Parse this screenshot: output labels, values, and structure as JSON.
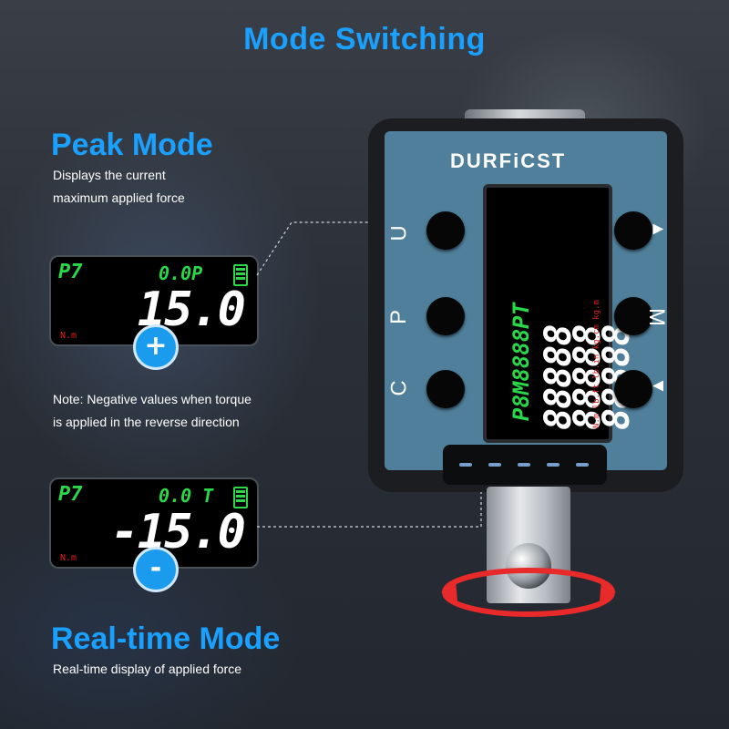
{
  "title": "Mode Switching",
  "peak": {
    "heading": "Peak Mode",
    "desc_line1": "Displays the current",
    "desc_line2": "maximum applied force",
    "display": {
      "mode": "P7",
      "sub": "0.0P",
      "value": "15.0",
      "unit": "N.m"
    },
    "badge": "+"
  },
  "note": {
    "line1": "Note: Negative values when torque",
    "line2": "is applied in the reverse direction"
  },
  "realtime": {
    "heading": "Real-time Mode",
    "desc": "Real-time display of applied force",
    "display": {
      "mode": "P7",
      "sub": "0.0 T",
      "value": "-15.0",
      "unit": "N.m"
    },
    "badge": "-"
  },
  "device": {
    "brand": "DURFiCST",
    "lcd_green": "P8M8888PT",
    "lcd_row1": "88888",
    "lcd_row2": "88888",
    "lcd_row3": "88888",
    "lcd_units": "N.m lb.ft lb.in kg.cm kg.m",
    "left_labels": [
      "U",
      "P",
      "C"
    ],
    "right_labels": [
      "▲",
      "M",
      "▼"
    ]
  },
  "colors": {
    "accent": "#1aa0ff",
    "lcd_green": "#2bd84a",
    "unit_red": "#e02020",
    "face": "#4f7f9a"
  }
}
